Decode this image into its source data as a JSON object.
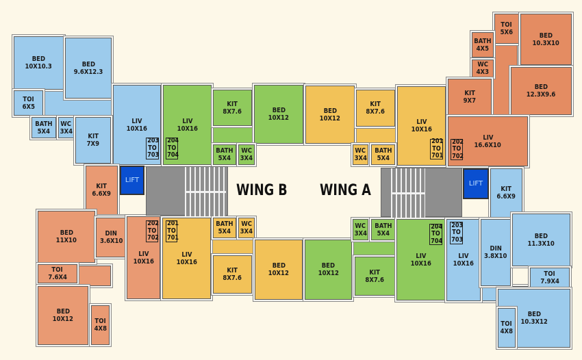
{
  "colors": {
    "blue": "#9ccbec",
    "green": "#8fca5c",
    "yellow": "#f2c258",
    "orange": "#e99a73",
    "orange_dark": "#e48c62",
    "lift": "#0a4fd0",
    "background": "#fdf8e8"
  },
  "core": {
    "wing_b": "WING B",
    "wing_a": "WING A",
    "lift_label": "LIFT"
  },
  "units": [
    {
      "tag": [
        "203",
        "TO",
        "703"
      ],
      "rooms": [
        [
          "BED",
          "10X10.3"
        ],
        [
          "BED",
          "9.6X12.3"
        ],
        [
          "TOI",
          "6X5"
        ],
        [
          "LIV",
          "10X16"
        ],
        [
          "BATH",
          "5X4"
        ],
        [
          "WC",
          "3X4"
        ],
        [
          "KIT",
          "7X9"
        ]
      ]
    },
    {
      "tag": [
        "204",
        "TO",
        "704"
      ],
      "rooms": [
        [
          "LIV",
          "10X16"
        ],
        [
          "KIT",
          "8X7.6"
        ],
        [
          "BED",
          "10X12"
        ],
        [
          "BATH",
          "5X4"
        ],
        [
          "WC",
          "3X4"
        ]
      ]
    },
    {
      "tag": [
        "201",
        "TO",
        "701"
      ],
      "rooms": [
        [
          "BED",
          "10X12"
        ],
        [
          "KIT",
          "8X7.6"
        ],
        [
          "LIV",
          "10X16"
        ],
        [
          "WC",
          "3X4"
        ],
        [
          "BATH",
          "5X4"
        ]
      ]
    },
    {
      "tag": [
        "202",
        "TO",
        "702"
      ],
      "rooms": [
        [
          "TOI",
          "5X6"
        ],
        [
          "BED",
          "10.3X10"
        ],
        [
          "BATH",
          "4X5"
        ],
        [
          "WC",
          "4X3"
        ],
        [
          "KIT",
          "9X7"
        ],
        [
          "BED",
          "12.3X9.6"
        ],
        [
          "LIV",
          "16.6X10"
        ]
      ]
    },
    {
      "tag": [],
      "rooms": [
        [
          "KIT",
          "6.6X9"
        ],
        [
          "KIT",
          "6.6X9"
        ]
      ]
    },
    {
      "tag": [
        "202",
        "TO",
        "702"
      ],
      "rooms": [
        [
          "BED",
          "11X10"
        ],
        [
          "DIN",
          "3.6X10"
        ],
        [
          "LIV",
          "10X16"
        ],
        [
          "TOI",
          "7.6X4"
        ],
        [
          "BED",
          "10X12"
        ],
        [
          "TOI",
          "4X8"
        ]
      ]
    },
    {
      "tag": [
        "201",
        "TO",
        "701"
      ],
      "rooms": [
        [
          "LIV",
          "10X16"
        ],
        [
          "BATH",
          "5X4"
        ],
        [
          "WC",
          "3X4"
        ],
        [
          "KIT",
          "8X7.6"
        ],
        [
          "BED",
          "10X12"
        ]
      ]
    },
    {
      "tag": [
        "204",
        "TO",
        "704"
      ],
      "rooms": [
        [
          "BED",
          "10X12"
        ],
        [
          "WC",
          "3X4"
        ],
        [
          "BATH",
          "5X4"
        ],
        [
          "KIT",
          "8X7.6"
        ],
        [
          "LIV",
          "10X16"
        ]
      ]
    },
    {
      "tag": [
        "203",
        "TO",
        "703"
      ],
      "rooms": [
        [
          "LIV",
          "10X16"
        ],
        [
          "DIN",
          "3.8X10"
        ],
        [
          "BED",
          "11.3X10"
        ],
        [
          "TOI",
          "7.9X4"
        ],
        [
          "BED",
          "10.3X12"
        ],
        [
          "TOI",
          "4X8"
        ]
      ]
    }
  ]
}
